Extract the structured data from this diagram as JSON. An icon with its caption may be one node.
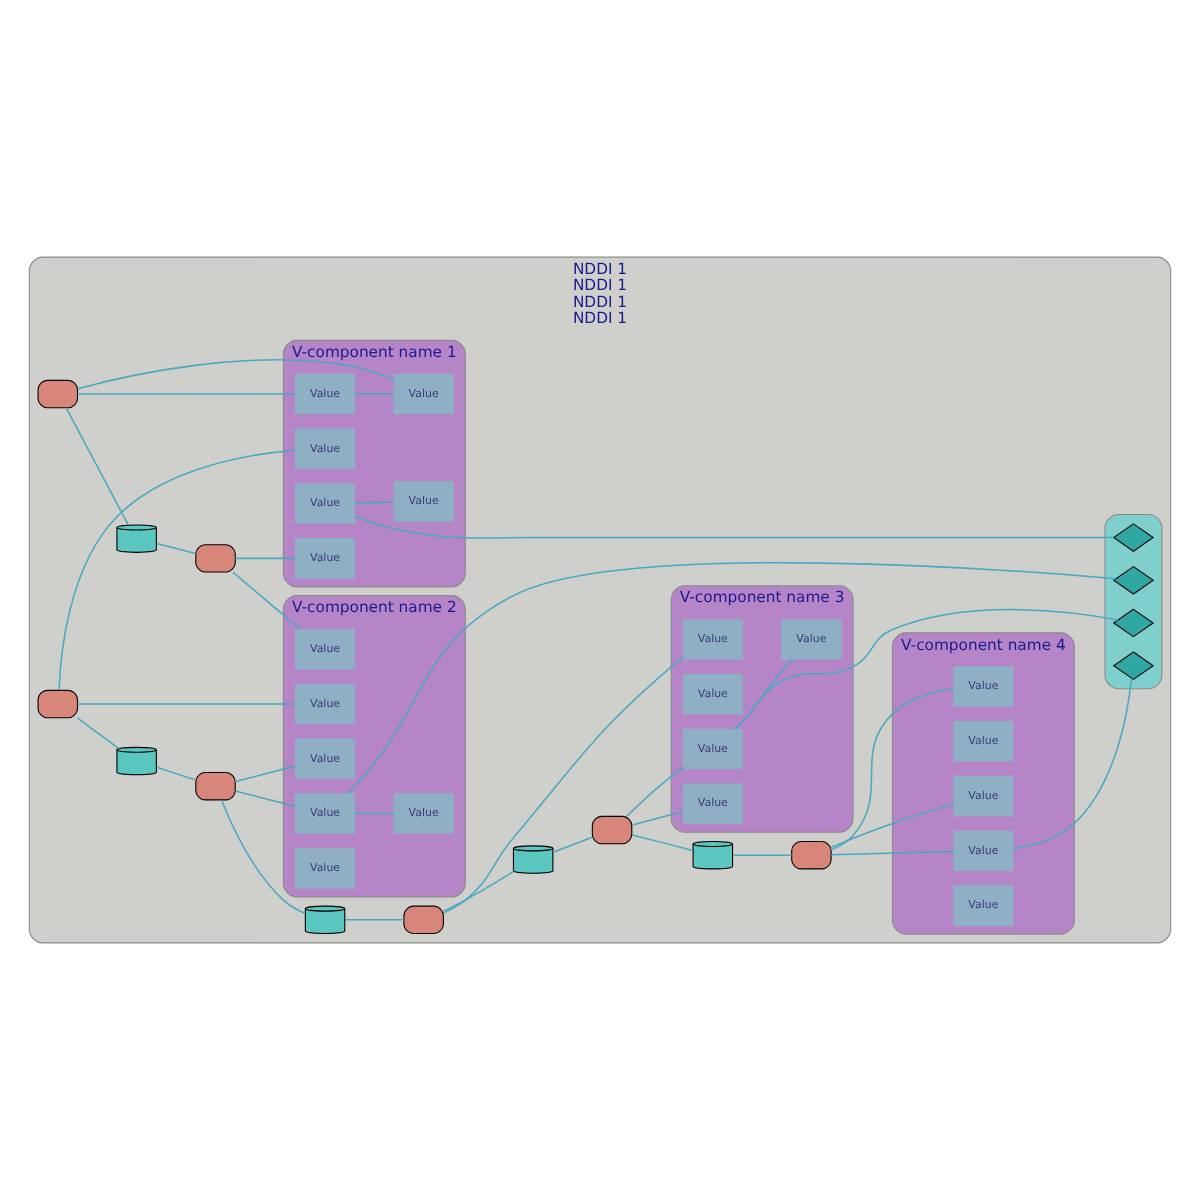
{
  "diagram": {
    "nodes": [
      {
        "text": [
          "NDDI 1",
          "NDDI 1",
          "NDDI 1",
          "NDDI 1"
        ]
      },
      {
        "text": [],
        "shape": "box",
        "in": 0
      },
      {
        "text": [],
        "shape": "box",
        "in": 0
      },
      {
        "text": [],
        "shape": "box",
        "in": 0
      },
      {
        "text": [],
        "shape": "box",
        "in": 0
      },
      {
        "text": [],
        "shape": "box",
        "in": 0
      },
      {
        "text": [],
        "shape": "box",
        "in": 0
      },
      {
        "text": [],
        "shape": "box",
        "in": 0
      },
      {
        "text": [],
        "shape": "cylinder",
        "in": 0
      },
      {
        "text": [],
        "shape": "cylinder",
        "in": 0
      },
      {
        "text": [],
        "shape": "cylinder",
        "in": 0
      },
      {
        "text": [],
        "shape": "cylinder",
        "in": 0
      },
      {
        "text": [],
        "shape": "cylinder",
        "in": 0
      },
      {
        "text": [
          "V-component name 1"
        ],
        "in": 0
      },
      {
        "text": [
          "Value"
        ],
        "in": 13
      },
      {
        "text": [
          "Value"
        ],
        "in": 13
      },
      {
        "text": [
          "Value"
        ],
        "in": 13
      },
      {
        "text": [
          "Value"
        ],
        "in": 13
      },
      {
        "text": [
          "Value"
        ],
        "in": 13
      },
      {
        "text": [
          "Value"
        ],
        "in": 13
      },
      {
        "text": [
          "V-component name 2"
        ],
        "in": 0
      },
      {
        "text": [
          "Value"
        ],
        "in": 20
      },
      {
        "text": [
          "Value"
        ],
        "in": 20
      },
      {
        "text": [
          "Value"
        ],
        "in": 20
      },
      {
        "text": [
          "Value"
        ],
        "in": 20
      },
      {
        "text": [
          "Value"
        ],
        "in": 20
      },
      {
        "text": [
          "Value"
        ],
        "in": 20
      },
      {
        "text": [
          "V-component name 3"
        ],
        "in": 0
      },
      {
        "text": [
          "Value"
        ],
        "in": 27
      },
      {
        "text": [
          "Value"
        ],
        "in": 27
      },
      {
        "text": [
          "Value"
        ],
        "in": 27
      },
      {
        "text": [
          "Value"
        ],
        "in": 27
      },
      {
        "text": [
          "Value"
        ],
        "in": 27
      },
      {
        "text": [
          "V-component name 4"
        ],
        "in": 0
      },
      {
        "text": [
          "Value"
        ],
        "in": 33
      },
      {
        "text": [
          "Value"
        ],
        "in": 33
      },
      {
        "text": [
          "Value"
        ],
        "in": 33
      },
      {
        "text": [
          "Value"
        ],
        "in": 33
      },
      {
        "text": [
          "Value"
        ],
        "in": 33
      },
      {
        "text": [],
        "shape": "box",
        "in": 0
      },
      {
        "text": [],
        "shape": "diamond",
        "in": 39
      },
      {
        "text": [],
        "shape": "diamond",
        "in": 39
      },
      {
        "text": [],
        "shape": "diamond",
        "in": 39
      },
      {
        "text": [],
        "shape": "diamond",
        "in": 39
      }
    ],
    "edges": [
      {
        "from": 1,
        "to": 8,
        "arrow": "none"
      },
      {
        "from": 8,
        "to": 2,
        "arrow": "none"
      },
      {
        "from": 3,
        "to": 9,
        "arrow": "none"
      },
      {
        "from": 9,
        "to": 4,
        "arrow": "none"
      },
      {
        "from": 4,
        "to": 10,
        "arrow": "none"
      },
      {
        "from": 10,
        "to": 5,
        "arrow": "none"
      },
      {
        "from": 5,
        "to": 11,
        "arrow": "none"
      },
      {
        "from": 11,
        "to": 6,
        "arrow": "none"
      },
      {
        "from": 6,
        "to": 12,
        "arrow": "none"
      },
      {
        "from": 12,
        "to": 7,
        "arrow": "none"
      },
      {
        "from": 1,
        "to": 14,
        "arrow": "none"
      },
      {
        "from": 1,
        "to": 15,
        "arrow": "none"
      },
      {
        "from": 2,
        "to": 16,
        "arrow": "none"
      },
      {
        "from": 3,
        "to": 18,
        "arrow": "none"
      },
      {
        "from": 2,
        "to": 21,
        "arrow": "none"
      },
      {
        "from": 3,
        "to": 22,
        "arrow": "none"
      },
      {
        "from": 4,
        "to": 23,
        "arrow": "none"
      },
      {
        "from": 4,
        "to": 24,
        "arrow": "none"
      },
      {
        "from": 5,
        "to": 28,
        "arrow": "none"
      },
      {
        "from": 6,
        "to": 30,
        "arrow": "none"
      },
      {
        "from": 6,
        "to": 32,
        "arrow": "none"
      },
      {
        "from": 7,
        "to": 34,
        "arrow": "none"
      },
      {
        "from": 7,
        "to": 36,
        "arrow": "none"
      },
      {
        "from": 7,
        "to": 37,
        "arrow": "none"
      },
      {
        "from": 14,
        "to": 15,
        "arrow": "none"
      },
      {
        "from": 17,
        "to": 19,
        "arrow": "none"
      },
      {
        "from": 24,
        "to": 25,
        "arrow": "none"
      },
      {
        "from": 30,
        "to": 31,
        "arrow": "none"
      },
      {
        "from": 17,
        "to": 40,
        "arrow": "none"
      },
      {
        "from": 24,
        "to": 41,
        "arrow": "none"
      },
      {
        "from": 30,
        "to": 42,
        "arrow": "none"
      },
      {
        "from": 36,
        "to": 43,
        "arrow": "none"
      }
    ]
  }
}
